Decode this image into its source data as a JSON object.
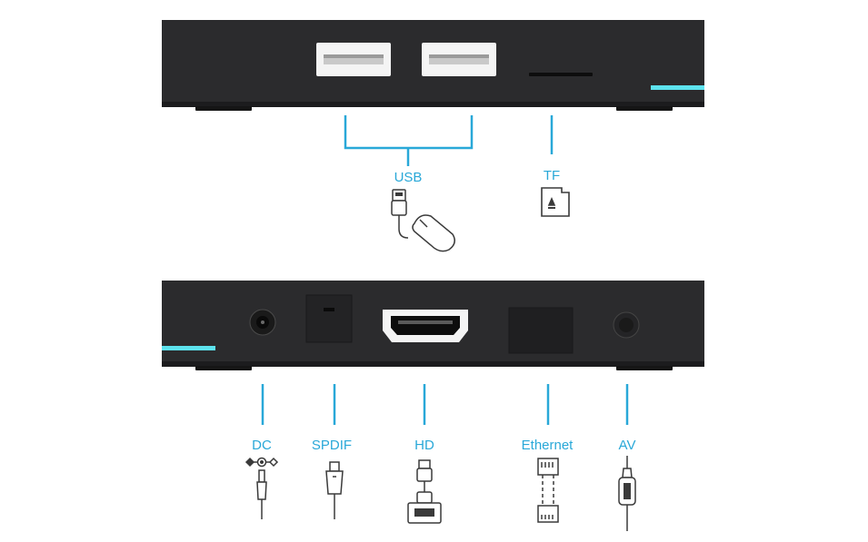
{
  "colors": {
    "accent": "#29a8d8",
    "device_body": "#2b2b2d",
    "device_edge": "#1c1c1e",
    "led_strip": "#5de3ee",
    "port_white": "#f4f4f4",
    "icon_stroke": "#3a3a3a"
  },
  "top_panel": {
    "ports": [
      {
        "label": "USB",
        "icon": "usb-plug-and-mouse-icon"
      },
      {
        "label": "TF",
        "icon": "tf-card-icon"
      }
    ]
  },
  "bottom_panel": {
    "ports": [
      {
        "label": "DC",
        "icon": "dc-barrel-plug-icon"
      },
      {
        "label": "SPDIF",
        "icon": "optical-plug-icon"
      },
      {
        "label": "HD",
        "icon": "hdmi-cable-icon"
      },
      {
        "label": "Ethernet",
        "icon": "ethernet-cable-icon"
      },
      {
        "label": "AV",
        "icon": "av-jack-plug-icon"
      }
    ]
  }
}
